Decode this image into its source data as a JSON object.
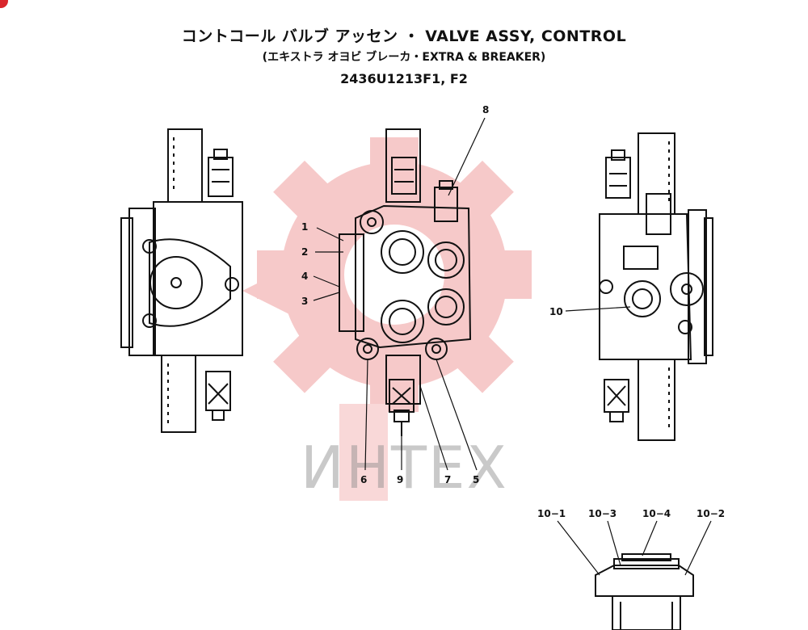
{
  "header": {
    "title_line": "コントコール バルブ アッセン ・ VALVE ASSY, CONTROL",
    "subtitle_line": "(エキストラ オヨビ ブレーカ・EXTRA & BREAKER)",
    "part_number": "2436U1213F1, F2"
  },
  "watermark": {
    "text": "ИНТЕХ",
    "color": "#f2b3b3"
  },
  "callouts": {
    "c1": "1",
    "c2": "2",
    "c3": "3",
    "c4": "4",
    "c5": "5",
    "c6": "6",
    "c7": "7",
    "c8": "8",
    "c9": "9",
    "c10": "10",
    "c10_1": "10−1",
    "c10_2": "10−2",
    "c10_3": "10−3",
    "c10_4": "10−4"
  },
  "colors": {
    "line": "#111111",
    "badge": "#d9262c",
    "watermark_gear": "#f4b8b8"
  }
}
